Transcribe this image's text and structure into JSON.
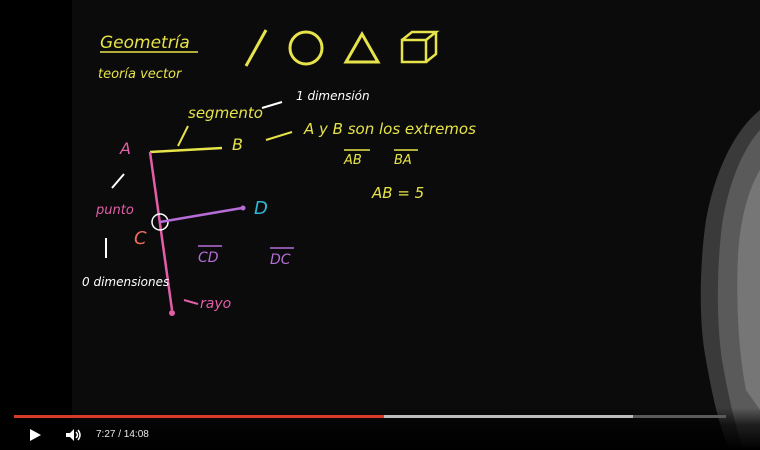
{
  "player": {
    "progress_played": 0.52,
    "progress_buffered": 0.87,
    "time_display": "7:27 / 14:08",
    "play_icon": "play-icon",
    "volume_icon": "volume-icon"
  },
  "board": {
    "title": "Geometría",
    "subtitle": "teoría vector",
    "segment_label": "segmento",
    "one_dimension": "1 dimensión",
    "point_label_a": "A",
    "point_label_b": "B",
    "point_label_c": "C",
    "point_label_d": "D",
    "extremos_text": "A y B son los extremos",
    "seg_ab": "AB",
    "seg_ba": "BA",
    "ab_eq": "AB = 5",
    "punto_label": "punto",
    "zero_dimension": "0 dimensiones",
    "seg_cd": "CD",
    "seg_dc": "DC",
    "rayo_label": "rayo"
  }
}
